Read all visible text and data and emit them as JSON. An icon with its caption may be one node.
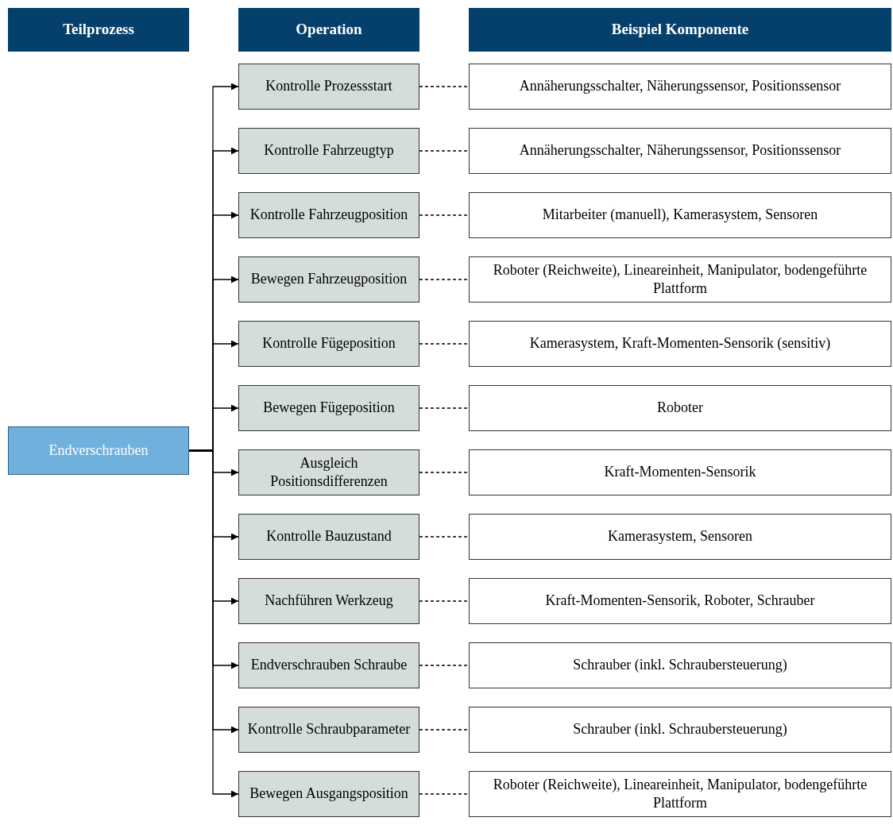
{
  "diagram": {
    "nodes": [
      {
        "text": [
          "Teilprozess"
        ]
      },
      {
        "text": [
          "Operation"
        ]
      },
      {
        "text": [
          "Beispiel Komponente"
        ]
      },
      {
        "text": [
          "Endverschrauben"
        ]
      },
      {
        "text": [
          "Kontrolle Prozessstart"
        ]
      },
      {
        "text": [
          "Annäherungsschalter, Näherungssensor, Positionssensor"
        ]
      },
      {
        "text": [
          "Kontrolle Fahrzeugtyp"
        ]
      },
      {
        "text": [
          "Annäherungsschalter, Näherungssensor, Positionssensor"
        ]
      },
      {
        "text": [
          "Kontrolle Fahrzeugposition"
        ]
      },
      {
        "text": [
          "Mitarbeiter (manuell), Kamerasystem, Sensoren"
        ]
      },
      {
        "text": [
          "Bewegen Fahrzeugposition"
        ]
      },
      {
        "text": [
          "Roboter (Reichweite), Lineareinheit, Manipulator, bodengeführte Plattform"
        ]
      },
      {
        "text": [
          "Kontrolle Fügeposition"
        ]
      },
      {
        "text": [
          "Kamerasystem, Kraft-Momenten-Sensorik (sensitiv)"
        ]
      },
      {
        "text": [
          "Bewegen Fügeposition"
        ]
      },
      {
        "text": [
          "Roboter"
        ]
      },
      {
        "text": [
          "Ausgleich Positionsdifferenzen"
        ]
      },
      {
        "text": [
          "Kraft-Momenten-Sensorik"
        ]
      },
      {
        "text": [
          "Kontrolle Bauzustand"
        ]
      },
      {
        "text": [
          "Kamerasystem, Sensoren"
        ]
      },
      {
        "text": [
          "Nachführen Werkzeug"
        ]
      },
      {
        "text": [
          "Kraft-Momenten-Sensorik, Roboter, Schrauber"
        ]
      },
      {
        "text": [
          "Endverschrauben Schraube"
        ]
      },
      {
        "text": [
          "Schrauber (inkl. Schraubersteuerung)"
        ]
      },
      {
        "text": [
          "Kontrolle Schraubparameter"
        ]
      },
      {
        "text": [
          "Schrauber (inkl. Schraubersteuerung)"
        ]
      },
      {
        "text": [
          "Bewegen Ausgangsposition"
        ]
      },
      {
        "text": [
          "Roboter (Reichweite), Lineareinheit, Manipulator, bodengeführte Plattform"
        ]
      }
    ],
    "edges": [
      {
        "from": 3,
        "to": 4,
        "arrow": "to"
      },
      {
        "from": 3,
        "to": 6,
        "arrow": "to"
      },
      {
        "from": 3,
        "to": 8,
        "arrow": "to"
      },
      {
        "from": 3,
        "to": 10,
        "arrow": "to"
      },
      {
        "from": 3,
        "to": 12,
        "arrow": "to"
      },
      {
        "from": 3,
        "to": 14,
        "arrow": "to"
      },
      {
        "from": 3,
        "to": 16,
        "arrow": "to"
      },
      {
        "from": 3,
        "to": 18,
        "arrow": "to"
      },
      {
        "from": 3,
        "to": 20,
        "arrow": "to"
      },
      {
        "from": 3,
        "to": 22,
        "arrow": "to"
      },
      {
        "from": 3,
        "to": 24,
        "arrow": "to"
      },
      {
        "from": 3,
        "to": 26,
        "arrow": "to"
      },
      {
        "from": 4,
        "to": 5,
        "arrow": "none",
        "style": "dashed"
      },
      {
        "from": 6,
        "to": 7,
        "arrow": "none",
        "style": "dashed"
      },
      {
        "from": 8,
        "to": 9,
        "arrow": "none",
        "style": "dashed"
      },
      {
        "from": 10,
        "to": 11,
        "arrow": "none",
        "style": "dashed"
      },
      {
        "from": 12,
        "to": 13,
        "arrow": "none",
        "style": "dashed"
      },
      {
        "from": 14,
        "to": 15,
        "arrow": "none",
        "style": "dashed"
      },
      {
        "from": 16,
        "to": 17,
        "arrow": "none",
        "style": "dashed"
      },
      {
        "from": 18,
        "to": 19,
        "arrow": "none",
        "style": "dashed"
      },
      {
        "from": 20,
        "to": 21,
        "arrow": "none",
        "style": "dashed"
      },
      {
        "from": 22,
        "to": 23,
        "arrow": "none",
        "style": "dashed"
      },
      {
        "from": 24,
        "to": 25,
        "arrow": "none",
        "style": "dashed"
      },
      {
        "from": 26,
        "to": 27,
        "arrow": "none",
        "style": "dashed"
      }
    ]
  }
}
